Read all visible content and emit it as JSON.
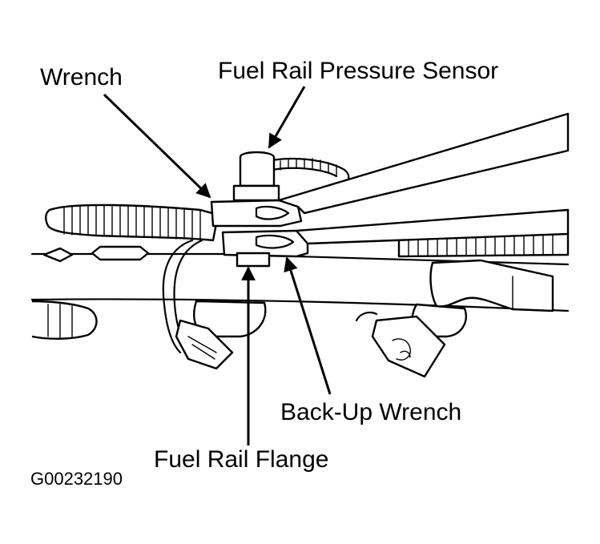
{
  "labels": {
    "wrench": "Wrench",
    "pressure_sensor": "Fuel Rail Pressure Sensor",
    "backup_wrench": "Back-Up Wrench",
    "fuel_rail_flange": "Fuel Rail Flange"
  },
  "figure_code": "G00232190"
}
